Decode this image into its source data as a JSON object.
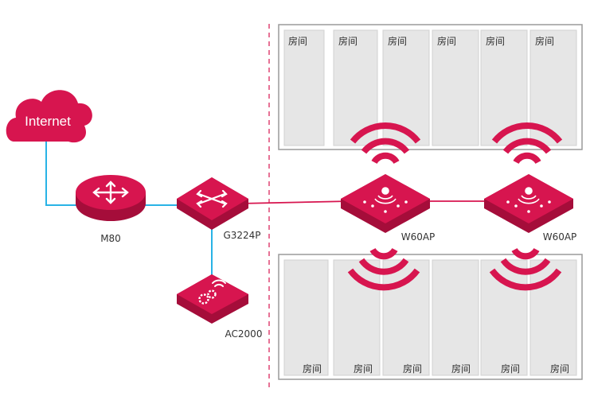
{
  "colors": {
    "brand": "#d7154f",
    "brand_dark": "#a50d3a",
    "link_blue": "#29b3e6",
    "link_red": "#d7154f",
    "room_fill": "#e6e6e6",
    "room_border": "#9a9a9a",
    "divider": "#d7154f"
  },
  "internet": {
    "label": "Internet"
  },
  "devices": {
    "router": {
      "label": "M80"
    },
    "switch": {
      "label": "G3224P"
    },
    "controller": {
      "label": "AC2000"
    },
    "ap1": {
      "label": "W60AP"
    },
    "ap2": {
      "label": "W60AP"
    }
  },
  "rooms": {
    "top": [
      "房间",
      "房间",
      "房间",
      "房间",
      "房间",
      "房间"
    ],
    "bottom": [
      "房间",
      "房间",
      "房间",
      "房间",
      "房间",
      "房间"
    ]
  }
}
